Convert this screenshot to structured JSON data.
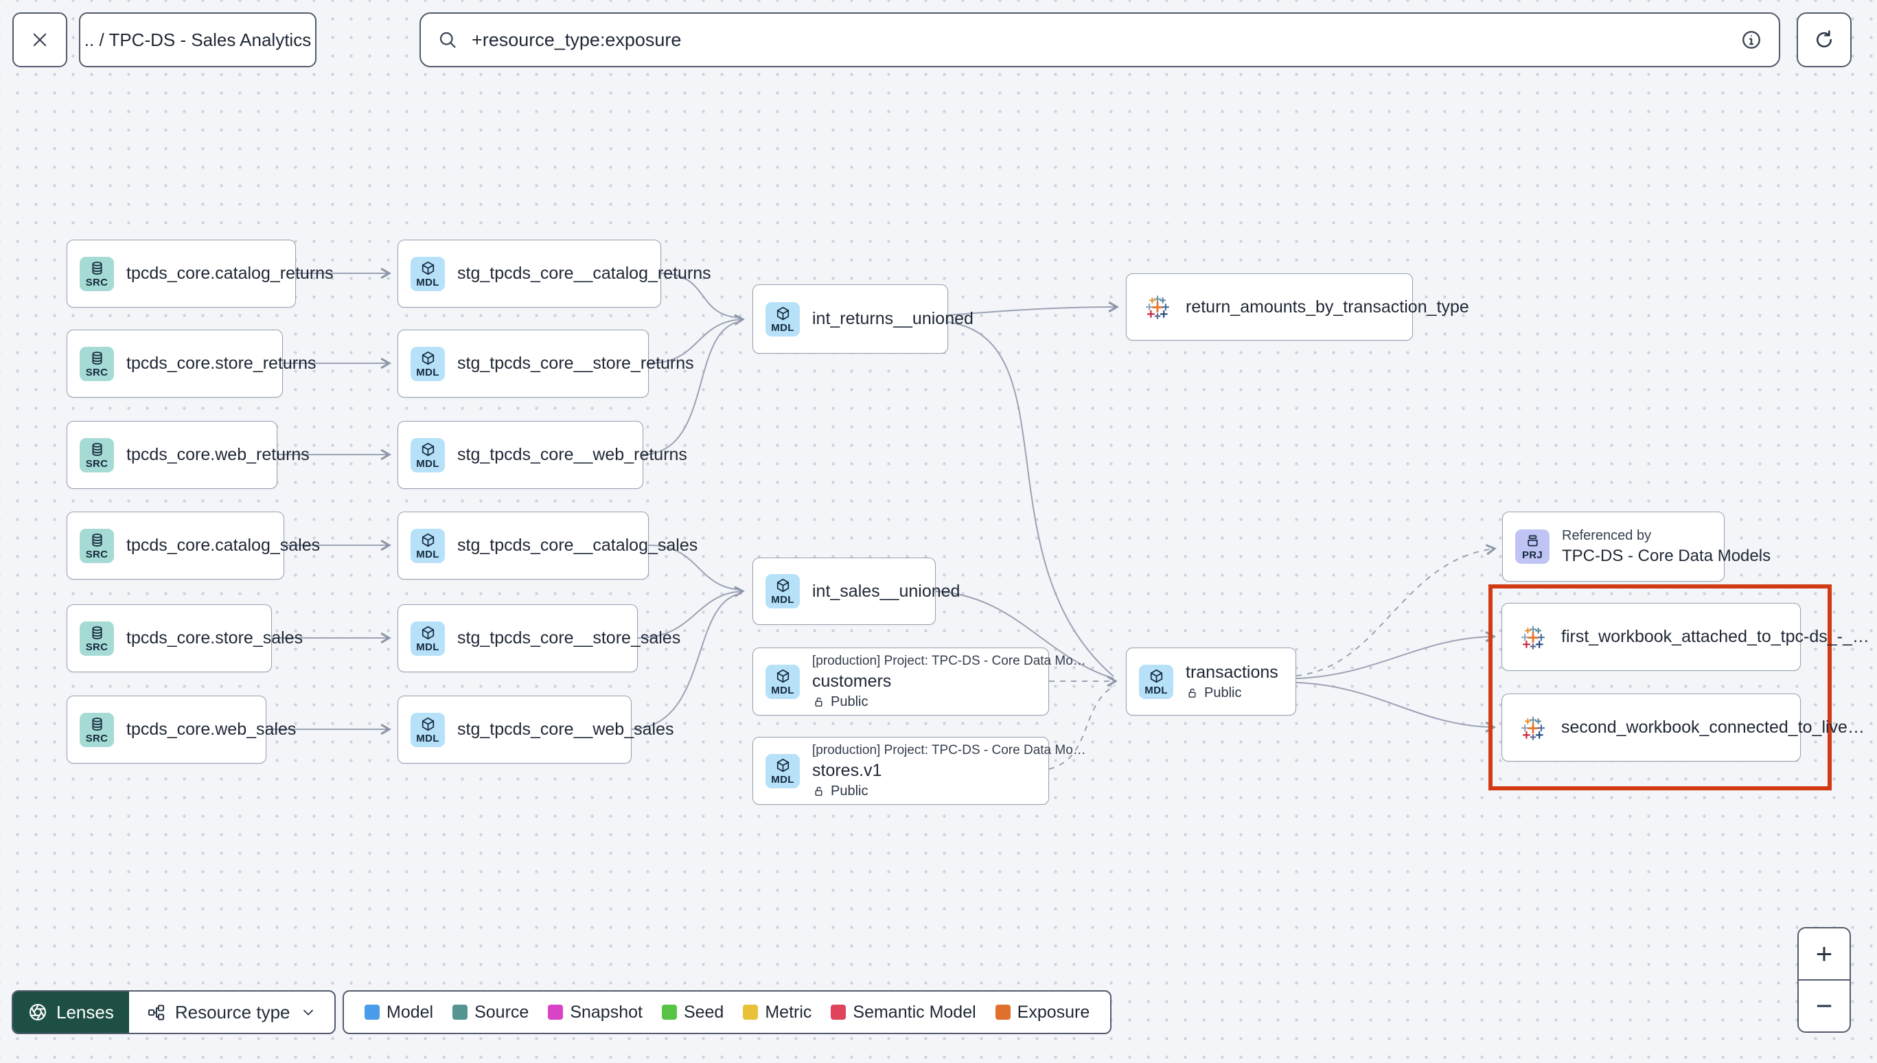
{
  "header": {
    "breadcrumb": ".. / TPC-DS - Sales Analytics",
    "search": {
      "value": "+resource_type:exposure"
    }
  },
  "graph": {
    "badges": {
      "source": "SRC",
      "model": "MDL",
      "project": "PRJ"
    },
    "sources": [
      {
        "label": "tpcds_core.catalog_returns"
      },
      {
        "label": "tpcds_core.store_returns"
      },
      {
        "label": "tpcds_core.web_returns"
      },
      {
        "label": "tpcds_core.catalog_sales"
      },
      {
        "label": "tpcds_core.store_sales"
      },
      {
        "label": "tpcds_core.web_sales"
      }
    ],
    "staging_models": [
      {
        "label": "stg_tpcds_core__catalog_returns"
      },
      {
        "label": "stg_tpcds_core__store_returns"
      },
      {
        "label": "stg_tpcds_core__web_returns"
      },
      {
        "label": "stg_tpcds_core__catalog_sales"
      },
      {
        "label": "stg_tpcds_core__store_sales"
      },
      {
        "label": "stg_tpcds_core__web_sales"
      }
    ],
    "intermediate_models": [
      {
        "label": "int_returns__unioned"
      },
      {
        "label": "int_sales__unioned"
      }
    ],
    "public_models": [
      {
        "project": "[production] Project: TPC-DS - Core Data Mo…",
        "label": "customers",
        "access": "Public"
      },
      {
        "project": "[production] Project: TPC-DS - Core Data Mo…",
        "label": "stores.v1",
        "access": "Public"
      }
    ],
    "transactions_model": {
      "label": "transactions",
      "access": "Public"
    },
    "exposure": {
      "label": "return_amounts_by_transaction_type"
    },
    "referenced_by": {
      "title": "Referenced by",
      "label": "TPC-DS - Core Data Models"
    },
    "workbooks": [
      {
        "label": "first_workbook_attached_to_tpc-ds_-_…"
      },
      {
        "label": "second_workbook_connected_to_live…"
      }
    ],
    "highlight_color": "#d23a14",
    "edge_color": "#9aa2b4"
  },
  "footer": {
    "lenses_label": "Lenses",
    "resource_type_label": "Resource type",
    "legend": [
      {
        "label": "Model",
        "color": "#4a9de8"
      },
      {
        "label": "Source",
        "color": "#559591"
      },
      {
        "label": "Snapshot",
        "color": "#d943c6"
      },
      {
        "label": "Seed",
        "color": "#57c445"
      },
      {
        "label": "Metric",
        "color": "#e7c239"
      },
      {
        "label": "Semantic Model",
        "color": "#e0435c"
      },
      {
        "label": "Exposure",
        "color": "#e0702e"
      }
    ]
  },
  "zoom_controls": {
    "zoom_in": "+",
    "zoom_out": "−"
  }
}
